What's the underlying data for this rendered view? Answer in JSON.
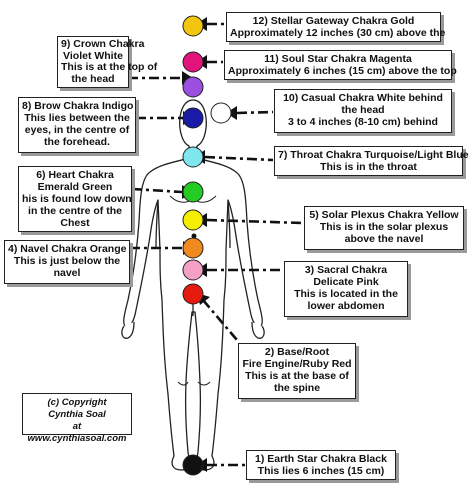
{
  "colors": {
    "stellar_gateway": "#f2c60f",
    "soul_star": "#e0147a",
    "crown": "#9a4fe0",
    "brow": "#1a1aa8",
    "casual": "#ffffff",
    "throat": "#7fe6ee",
    "heart": "#22cc22",
    "solar_plexus": "#f5ee00",
    "navel": "#f08a1e",
    "sacral": "#f4a0c6",
    "root": "#e61a0e",
    "earth_star": "#111111"
  },
  "labels": {
    "stellar": [
      "12) Stellar Gateway Chakra Gold",
      "Approximately 12 inches (30 cm) above the"
    ],
    "crown": [
      "9) Crown Chakra",
      "Violet White",
      "This is at the top of",
      "the head"
    ],
    "soul": [
      "11) Soul Star Chakra Magenta",
      "Approximately 6 inches (15 cm) above the top"
    ],
    "brow": [
      "8) Brow Chakra Indigo",
      "This lies between the",
      "eyes, in the centre of",
      "the forehead."
    ],
    "casual": [
      "10) Casual Chakra White behind",
      "the head",
      "3 to 4 inches (8-10 cm) behind"
    ],
    "throat": [
      "7) Throat Chakra Turquoise/Light Blue",
      "This is in the throat"
    ],
    "heart": [
      "6) Heart Chakra",
      "Emerald Green",
      "his is found low down",
      "in the centre of the",
      "Chest"
    ],
    "solar": [
      "5) Solar Plexus Chakra Yellow",
      "This is in the solar plexus",
      "above the navel"
    ],
    "navel": [
      "4) Navel Chakra Orange",
      "This is just below the",
      "navel"
    ],
    "sacral": [
      "3) Sacral Chakra",
      "Delicate Pink",
      "This is located in the",
      "lower abdomen"
    ],
    "root": [
      "2) Base/Root",
      "Fire Engine/Ruby Red",
      "This is at the base of",
      "the spine"
    ],
    "earth": [
      "1) Earth Star Chakra Black",
      "This lies 6 inches (15 cm)"
    ]
  },
  "copyright": [
    "(c) Copyright",
    "Cynthia Soal",
    "at www.cynthiasoal.com"
  ]
}
